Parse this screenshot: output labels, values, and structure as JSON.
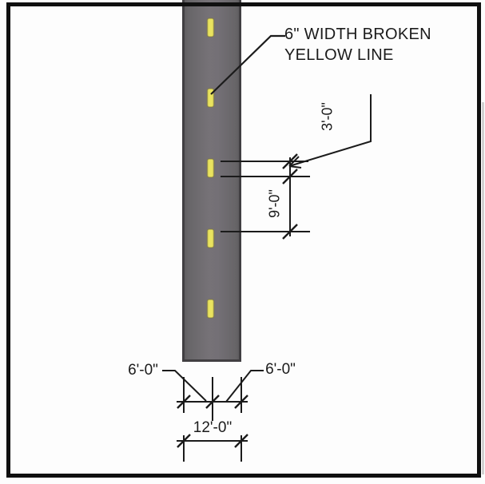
{
  "drawing": {
    "note": {
      "line1": "6\" WIDTH BROKEN",
      "line2": "YELLOW LINE"
    },
    "dimensions": {
      "dash_length": "3'-0\"",
      "dash_gap": "9'-0\"",
      "left_half_width": "6'-0\"",
      "right_half_width": "6'-0\"",
      "roadway_width": "12'-0\""
    },
    "colors": {
      "road_gray": "#6f6b70",
      "road_edge_dark": "#3f3d40",
      "dash_yellow": "#e9e35f",
      "dash_outline": "#7d773c",
      "line_black": "#1b1b1b",
      "frame_black": "#101010",
      "background": "#ffffff"
    },
    "dash_count": 5
  }
}
